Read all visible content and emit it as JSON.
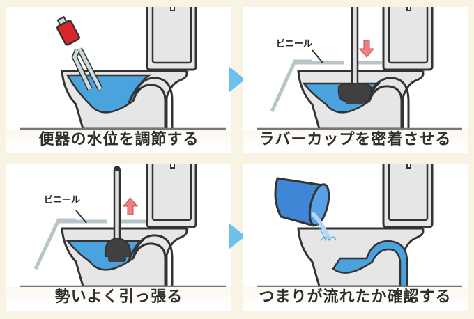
{
  "colors": {
    "background": "#f8f3e2",
    "panel": "#ffffff",
    "water": "#4aa3dc",
    "outline": "#333333",
    "porcelain": "#e6e6e6",
    "arrow_blue": "#6ec0ec",
    "arrow_red": "#f08080",
    "tool_red": "#d8262a",
    "plunger_cup": "#404040",
    "bucket": "#3f86d6"
  },
  "steps": [
    {
      "id": 1,
      "caption": "便器の水位を調節する",
      "icon": "water-pump-icon"
    },
    {
      "id": 2,
      "caption": "ラバーカップを密着させる",
      "label": "ビニール",
      "direction": "down",
      "icon": "plunger-icon"
    },
    {
      "id": 3,
      "caption": "勢いよく引っ張る",
      "label": "ビニール",
      "direction": "up",
      "icon": "plunger-icon"
    },
    {
      "id": 4,
      "caption": "つまりが流れたか確認する",
      "icon": "bucket-icon"
    }
  ],
  "flow_arrows": [
    "next-step-arrow",
    "next-step-arrow"
  ]
}
